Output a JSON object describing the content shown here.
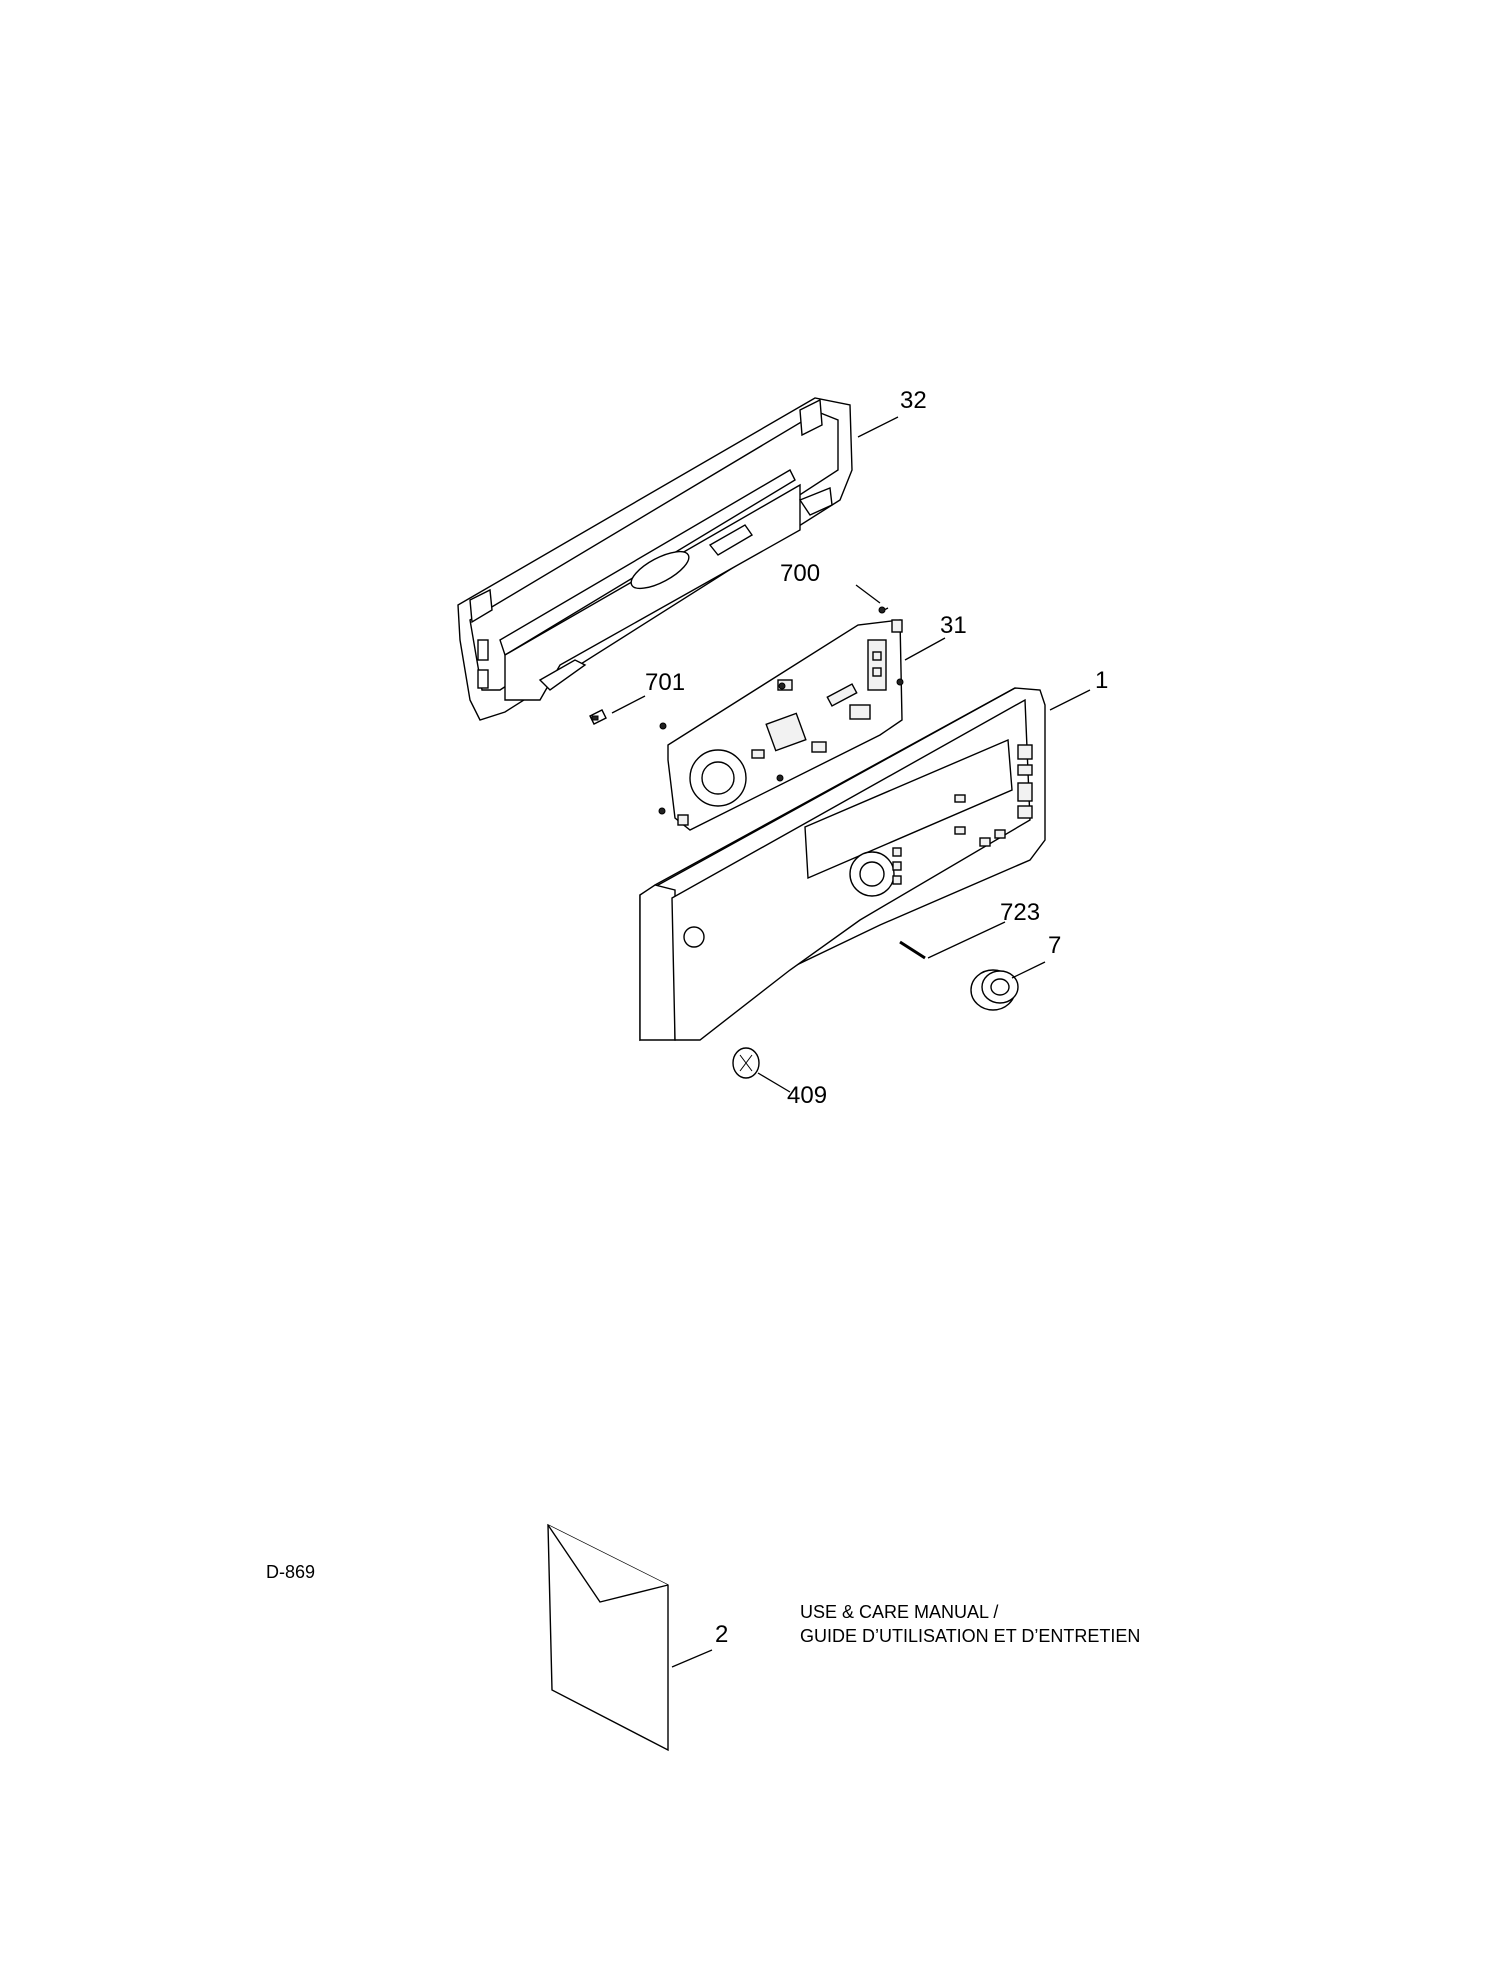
{
  "document_id": "D-869",
  "callouts": {
    "c32": "32",
    "c700": "700",
    "c31": "31",
    "c701": "701",
    "c1": "1",
    "c723": "723",
    "c7": "7",
    "c409": "409",
    "c2": "2"
  },
  "manual_label": {
    "line1": "USE & CARE MANUAL /",
    "line2": "GUIDE D’UTILISATION ET D’ENTRETIEN"
  }
}
